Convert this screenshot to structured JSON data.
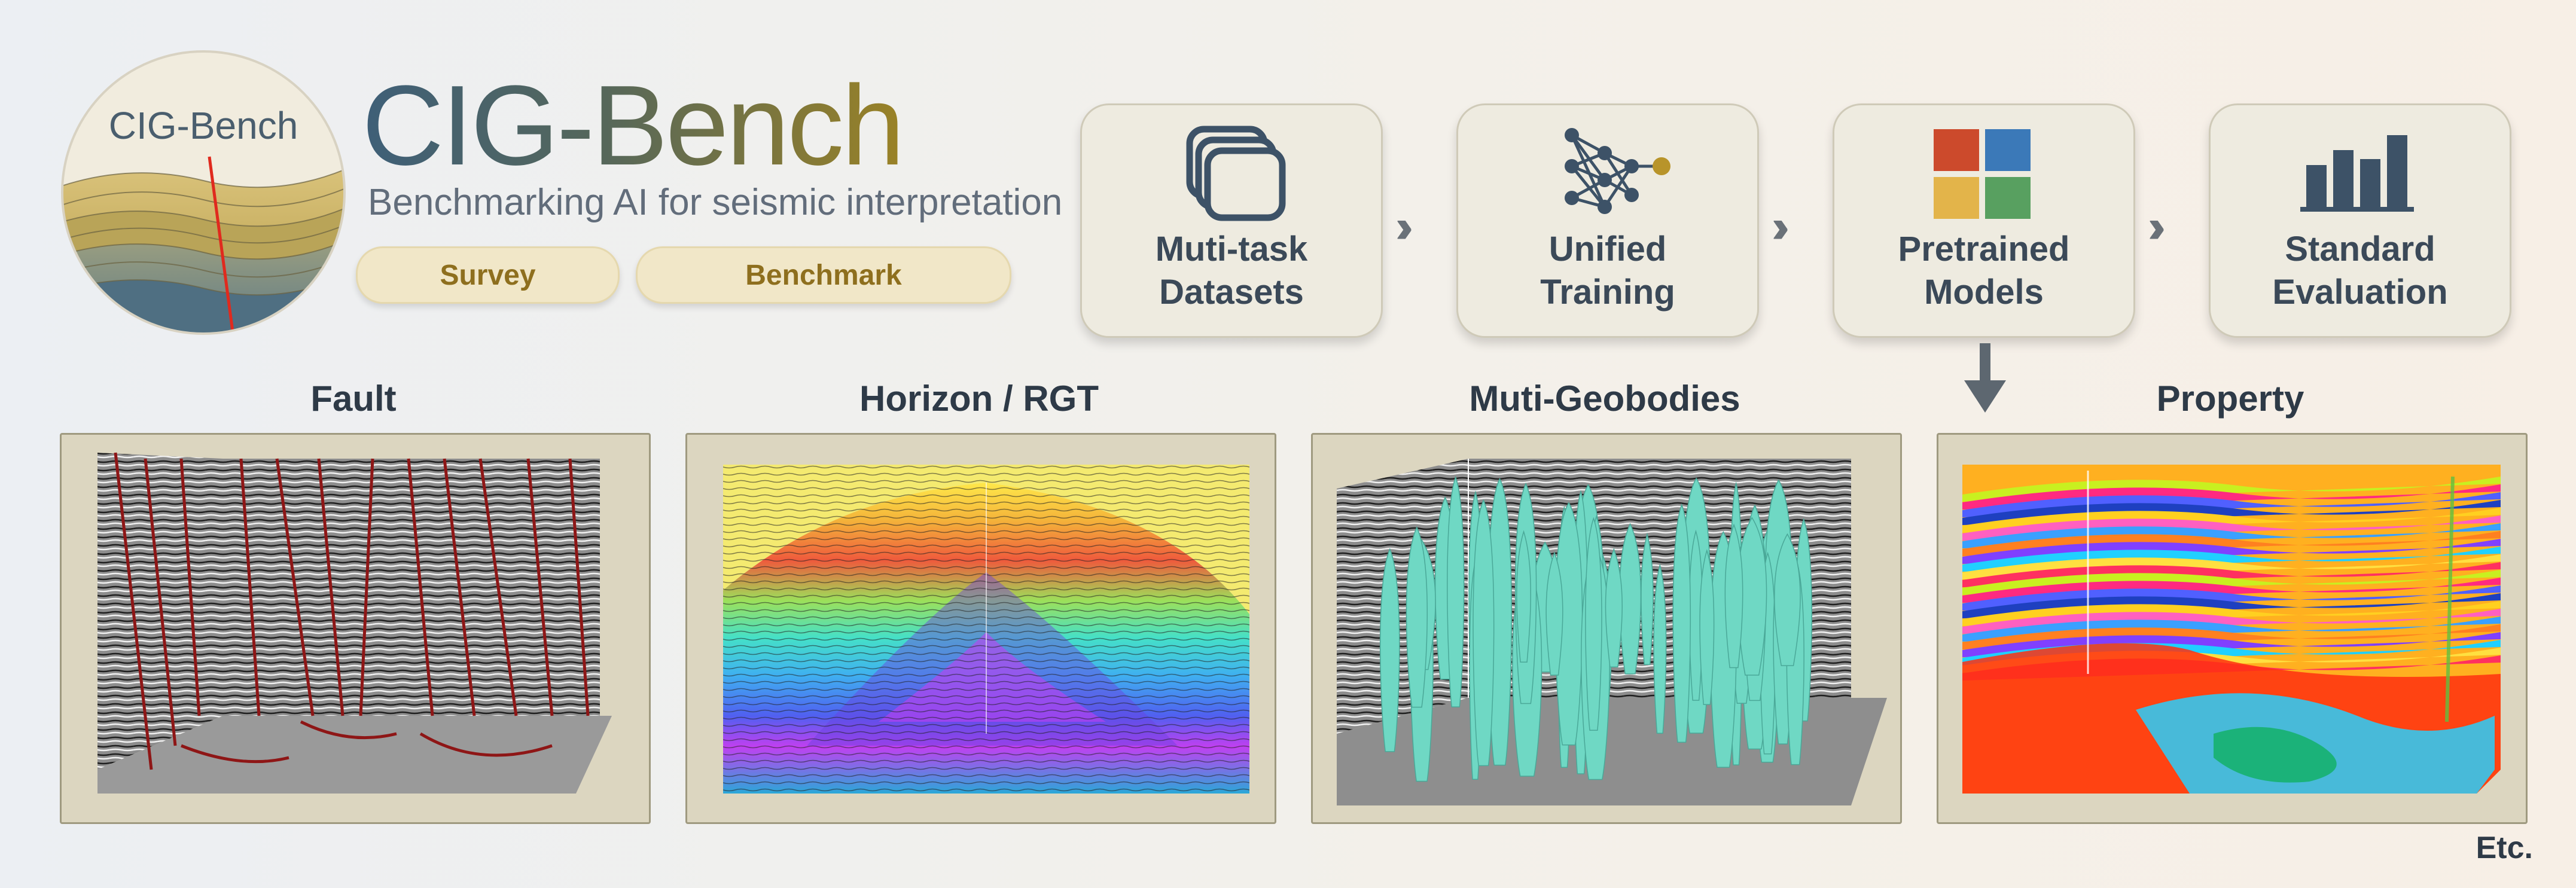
{
  "logo": {
    "text": "CIG-Bench"
  },
  "header": {
    "title": "CIG-Bench",
    "subtitle": "Benchmarking AI for seismic interpretation",
    "buttons": {
      "survey": "Survey",
      "benchmark": "Benchmark"
    }
  },
  "pipeline": [
    {
      "label": "Muti-task\nDatasets",
      "icon": "stacked-layers-icon"
    },
    {
      "label": "Unified\nTraining",
      "icon": "neural-network-icon"
    },
    {
      "label": "Pretrained\nModels",
      "icon": "model-grid-icon"
    },
    {
      "label": "Standard\nEvaluation",
      "icon": "bar-chart-icon"
    }
  ],
  "tasks": [
    {
      "title": "Fault"
    },
    {
      "title": "Horizon / RGT"
    },
    {
      "title": "Muti-Geobodies"
    },
    {
      "title": "Property"
    }
  ],
  "footer": {
    "etc": "Etc."
  },
  "colors": {
    "title_start": "#3e5f78",
    "title_end": "#9a8226",
    "pill_bg": "#f1e7c8",
    "pill_text": "#8e6f1e",
    "card_bg": "#eeebe0",
    "panel_bg": "#dcd6c0",
    "fault_red": "#8e1616",
    "geobody_teal": "#6fd8c4",
    "model_red": "#cc4a2c",
    "model_blue": "#3b79b8",
    "model_yellow": "#e3b44a",
    "model_green": "#58a060"
  }
}
